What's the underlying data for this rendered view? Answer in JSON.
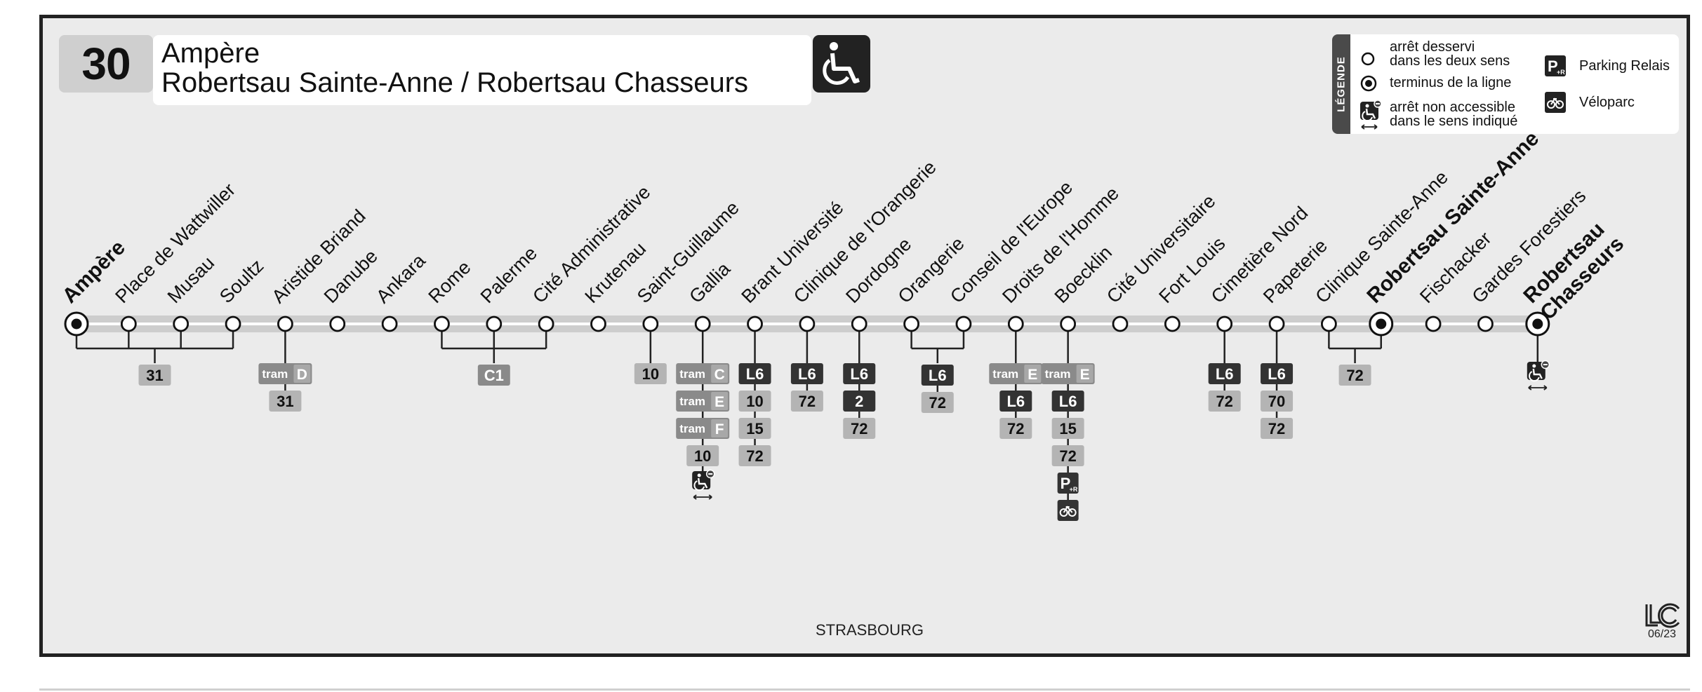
{
  "header": {
    "line_number": "30",
    "title_line1": "Ampère",
    "title_line2": "Robertsau Sainte-Anne / Robertsau Chasseurs",
    "accessibility_icon": "wheelchair-icon"
  },
  "legend": {
    "title": "LÉGENDE",
    "items": [
      {
        "icon": "open-circle-icon",
        "text1": "arrêt desservi",
        "text2": "dans les deux sens"
      },
      {
        "icon": "terminus-circle-icon",
        "text1": "terminus de la ligne",
        "text2": ""
      },
      {
        "icon": "wheelchair-blocked-icon",
        "text1": "arrêt non accessible",
        "text2": "dans le sens indiqué"
      },
      {
        "icon": "park-and-ride-icon",
        "text1": "Parking Relais",
        "text2": ""
      },
      {
        "icon": "bike-icon",
        "text1": "Véloparc",
        "text2": ""
      }
    ]
  },
  "stops": [
    {
      "name": "Ampère",
      "terminus": true
    },
    {
      "name": "Place de Wattwiller"
    },
    {
      "name": "Musau"
    },
    {
      "name": "Soultz"
    },
    {
      "name": "Aristide Briand"
    },
    {
      "name": "Danube"
    },
    {
      "name": "Ankara"
    },
    {
      "name": "Rome"
    },
    {
      "name": "Palerme"
    },
    {
      "name": "Cité Administrative"
    },
    {
      "name": "Krutenau"
    },
    {
      "name": "Saint-Guillaume"
    },
    {
      "name": "Gallia"
    },
    {
      "name": "Brant Université"
    },
    {
      "name": "Clinique de l'Orangerie"
    },
    {
      "name": "Dordogne"
    },
    {
      "name": "Orangerie"
    },
    {
      "name": "Conseil de l'Europe"
    },
    {
      "name": "Droits de l'Homme"
    },
    {
      "name": "Boecklin"
    },
    {
      "name": "Cité Universitaire"
    },
    {
      "name": "Fort Louis"
    },
    {
      "name": "Cimetière Nord"
    },
    {
      "name": "Papeterie"
    },
    {
      "name": "Clinique Sainte-Anne"
    },
    {
      "name": "Robertsau Sainte-Anne",
      "terminus": true
    },
    {
      "name": "Fischacker"
    },
    {
      "name": "Gardes Forestiers"
    },
    {
      "name": "Robertsau Chasseurs",
      "terminus": true,
      "multiline": [
        "Robertsau",
        "Chasseurs"
      ]
    }
  ],
  "connections": [
    {
      "stops": [
        0,
        1,
        2,
        3
      ],
      "bar": true,
      "badges": [
        {
          "kind": "bus",
          "label": "31"
        }
      ]
    },
    {
      "stops": [
        4
      ],
      "badges": [
        {
          "kind": "tram",
          "prefix": "tram",
          "label": "D"
        },
        {
          "kind": "bus",
          "label": "31"
        }
      ]
    },
    {
      "stops": [
        7,
        8,
        9
      ],
      "bar": true,
      "badges": [
        {
          "kind": "busmid",
          "label": "C1"
        }
      ]
    },
    {
      "stops": [
        11
      ],
      "badges": [
        {
          "kind": "bus",
          "label": "10"
        }
      ]
    },
    {
      "stops": [
        12
      ],
      "badges": [
        {
          "kind": "tram",
          "prefix": "tram",
          "label": "C"
        },
        {
          "kind": "tram",
          "prefix": "tram",
          "label": "E"
        },
        {
          "kind": "tram",
          "prefix": "tram",
          "label": "F"
        },
        {
          "kind": "bus",
          "label": "10"
        },
        {
          "kind": "access",
          "label": ""
        }
      ]
    },
    {
      "stops": [
        13
      ],
      "badges": [
        {
          "kind": "dark",
          "label": "L6"
        },
        {
          "kind": "bus",
          "label": "10"
        },
        {
          "kind": "bus",
          "label": "15"
        },
        {
          "kind": "bus",
          "label": "72"
        }
      ]
    },
    {
      "stops": [
        14
      ],
      "badges": [
        {
          "kind": "dark",
          "label": "L6"
        },
        {
          "kind": "bus",
          "label": "72"
        }
      ]
    },
    {
      "stops": [
        15
      ],
      "badges": [
        {
          "kind": "dark",
          "label": "L6"
        },
        {
          "kind": "dark",
          "label": "2"
        },
        {
          "kind": "bus",
          "label": "72"
        }
      ]
    },
    {
      "stops": [
        16,
        17
      ],
      "bar": true,
      "badges": [
        {
          "kind": "dark",
          "label": "L6"
        },
        {
          "kind": "bus",
          "label": "72"
        }
      ]
    },
    {
      "stops": [
        18
      ],
      "badges": [
        {
          "kind": "tram",
          "prefix": "tram",
          "label": "E"
        },
        {
          "kind": "dark",
          "label": "L6"
        },
        {
          "kind": "bus",
          "label": "72"
        }
      ]
    },
    {
      "stops": [
        19
      ],
      "badges": [
        {
          "kind": "tram",
          "prefix": "tram",
          "label": "E"
        },
        {
          "kind": "dark",
          "label": "L6"
        },
        {
          "kind": "bus",
          "label": "15"
        },
        {
          "kind": "bus",
          "label": "72"
        },
        {
          "kind": "pr",
          "label": ""
        },
        {
          "kind": "bike",
          "label": ""
        }
      ]
    },
    {
      "stops": [
        22
      ],
      "badges": [
        {
          "kind": "dark",
          "label": "L6"
        },
        {
          "kind": "bus",
          "label": "72"
        }
      ]
    },
    {
      "stops": [
        23
      ],
      "badges": [
        {
          "kind": "dark",
          "label": "L6"
        },
        {
          "kind": "bus",
          "label": "70"
        },
        {
          "kind": "bus",
          "label": "72"
        }
      ]
    },
    {
      "stops": [
        24,
        25
      ],
      "bar": true,
      "badges": [
        {
          "kind": "bus",
          "label": "72"
        }
      ]
    },
    {
      "stops": [
        28
      ],
      "badges": [
        {
          "kind": "access",
          "label": ""
        }
      ]
    }
  ],
  "footer": {
    "city": "STRASBOURG",
    "logo": "lc-logo-icon",
    "date": "06/23"
  }
}
